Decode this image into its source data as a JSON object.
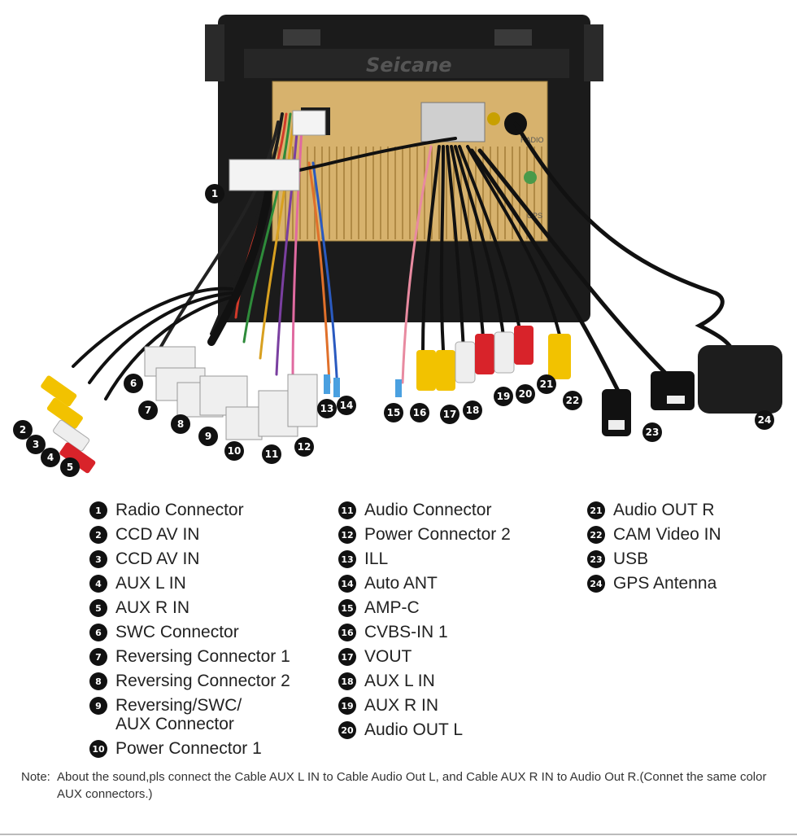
{
  "watermark": "Seicane",
  "unit_labels": {
    "radio": "RADIO",
    "gps": "GPS"
  },
  "legend": [
    {
      "n": "1",
      "label": "Radio Connector"
    },
    {
      "n": "2",
      "label": "CCD AV IN"
    },
    {
      "n": "3",
      "label": "CCD AV IN"
    },
    {
      "n": "4",
      "label": "AUX L IN"
    },
    {
      "n": "5",
      "label": "AUX R IN"
    },
    {
      "n": "6",
      "label": "SWC Connector"
    },
    {
      "n": "7",
      "label": "Reversing Connector 1"
    },
    {
      "n": "8",
      "label": "Reversing Connector 2"
    },
    {
      "n": "9",
      "label": "Reversing/SWC/\nAUX Connector"
    },
    {
      "n": "10",
      "label": "Power Connector 1"
    },
    {
      "n": "11",
      "label": "Audio Connector"
    },
    {
      "n": "12",
      "label": "Power Connector 2"
    },
    {
      "n": "13",
      "label": "ILL"
    },
    {
      "n": "14",
      "label": "Auto ANT"
    },
    {
      "n": "15",
      "label": "AMP-C"
    },
    {
      "n": "16",
      "label": "CVBS-IN 1"
    },
    {
      "n": "17",
      "label": "VOUT"
    },
    {
      "n": "18",
      "label": "AUX L IN"
    },
    {
      "n": "19",
      "label": "AUX R IN"
    },
    {
      "n": "20",
      "label": "Audio OUT L"
    },
    {
      "n": "21",
      "label": "Audio OUT R"
    },
    {
      "n": "22",
      "label": "CAM Video IN"
    },
    {
      "n": "23",
      "label": "USB"
    },
    {
      "n": "24",
      "label": "GPS Antenna"
    }
  ],
  "note": {
    "prefix": "Note:",
    "text": "About the sound,pls connect the Cable AUX L IN to Cable Audio Out L, and Cable AUX R IN to  Audio Out R.(Connet the same color AUX connectors.)"
  },
  "colors": {
    "frame": "#1b1b1b",
    "heatsink": "#d7b26d",
    "rca_yellow": "#f2c200",
    "rca_red": "#d8232a",
    "rca_white": "#eeeeee",
    "marker": "#111111"
  }
}
